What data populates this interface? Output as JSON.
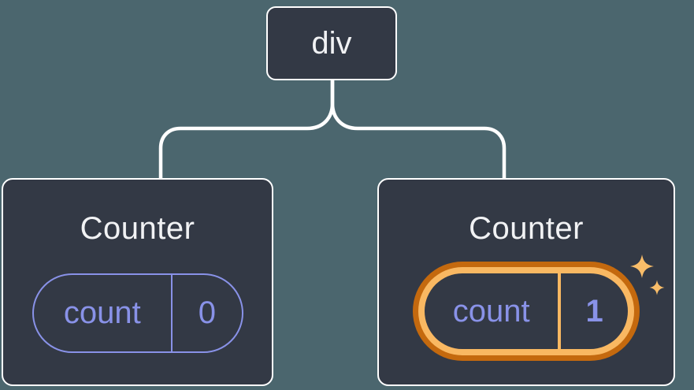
{
  "diagram": {
    "root": {
      "label": "div"
    },
    "children": [
      {
        "title": "Counter",
        "state": {
          "key": "count",
          "value": "0"
        },
        "highlighted": false
      },
      {
        "title": "Counter",
        "state": {
          "key": "count",
          "value": "1"
        },
        "highlighted": true,
        "badge_icon": "sparkles-icon"
      }
    ]
  },
  "colors": {
    "bg": "#4B666E",
    "node_fill": "#333945",
    "node_border": "#FFFFFF",
    "node_text": "#F1F2F4",
    "state_purple": "#8992E8",
    "highlight_orange": "#C4690E",
    "highlight_gold": "#F9B862",
    "sparkle_gold": "#F9BD69"
  }
}
